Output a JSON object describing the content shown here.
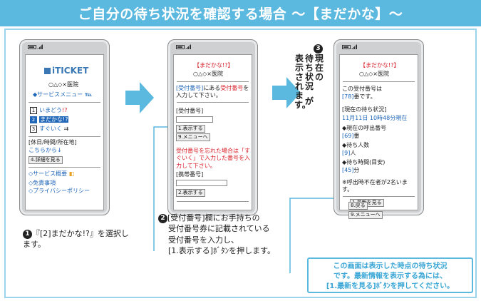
{
  "banner": {
    "title": "ご自分の待ち状況を確認する場合 〜【まだかな】〜"
  },
  "colors": {
    "accent": "#5bb8de",
    "link": "#1f66b8",
    "alert": "#d8202a"
  },
  "screen1": {
    "logo": "iTICKET",
    "hospital": "○△◇×医院",
    "service_menu": "サービスメニュー",
    "menu": [
      {
        "num": "1",
        "label": "いまどう",
        "mark": "!?"
      },
      {
        "num": "2",
        "label": "まだかな",
        "mark": "!?"
      },
      {
        "num": "3",
        "label": "すぐいく",
        "mark": ""
      }
    ],
    "info_heading": "[休日/時間/所在地]",
    "info_link": "こちらから↓",
    "detail_button": "4.詳細を見る",
    "links": [
      "◇サービス概要",
      "◇免責事項",
      "◇プライバシーポリシー"
    ]
  },
  "screen2": {
    "title": "【まだかな!?】",
    "hospital": "○△◇×医院",
    "instruction_a": "[受付番号]",
    "instruction_b": "にある",
    "instruction_c": "受付番号",
    "instruction_d": "を入力して下さい。",
    "field_label": "[受付番号]",
    "display_button": "1.表示する",
    "menu_button": "9.メニューへ",
    "forgot_text": "受付番号を忘れた場合は「すぐいく」で入力した番号を入力して下さい。",
    "phone_label": "[携帯番号]",
    "display_button2": "2.表示する"
  },
  "screen3": {
    "title": "【まだかな!?】",
    "hospital": "○△◇×医院",
    "line1": "この受付番号は",
    "ticket_number": "[78]",
    "line2": "番です。",
    "status_heading": "[現在の待ち状況]",
    "status_time": "11月11日 10時48分現在",
    "current_label": "◆現在の呼出番号",
    "current_value": "[69]",
    "current_unit": "番",
    "waiting_label": "◆待ち人数",
    "waiting_value": "[9]",
    "waiting_unit": "人",
    "time_label": "◆待ち時間(目安)",
    "time_value": "[45]",
    "time_unit": "分",
    "absent_note": "※呼出時不在者が2名います。",
    "refresh_button": "1.最新を見る",
    "back_button": "8.戻る",
    "menu_button": "9.メニューへ"
  },
  "steps": {
    "step1_badge": "1",
    "step1_text": "『[2]まだかな!?』を選択します。",
    "step2_badge": "2",
    "step2_lines": [
      "[受付番号]欄にお手持ちの",
      "受付番号券に記載されている",
      "受付番号を入力し、",
      "[1.表示する]ﾎﾞﾀﾝを押します。"
    ],
    "step3_badge": "3",
    "step3_columns": [
      "現在の",
      "待ち状況",
      "が",
      "表示されます。"
    ]
  },
  "note": {
    "lines": [
      "この画面は表示した時点の待ち状況",
      "です。最新情報を表示する為には、",
      "[1.最新を見る]ﾎﾞﾀﾝを押してください。"
    ]
  }
}
